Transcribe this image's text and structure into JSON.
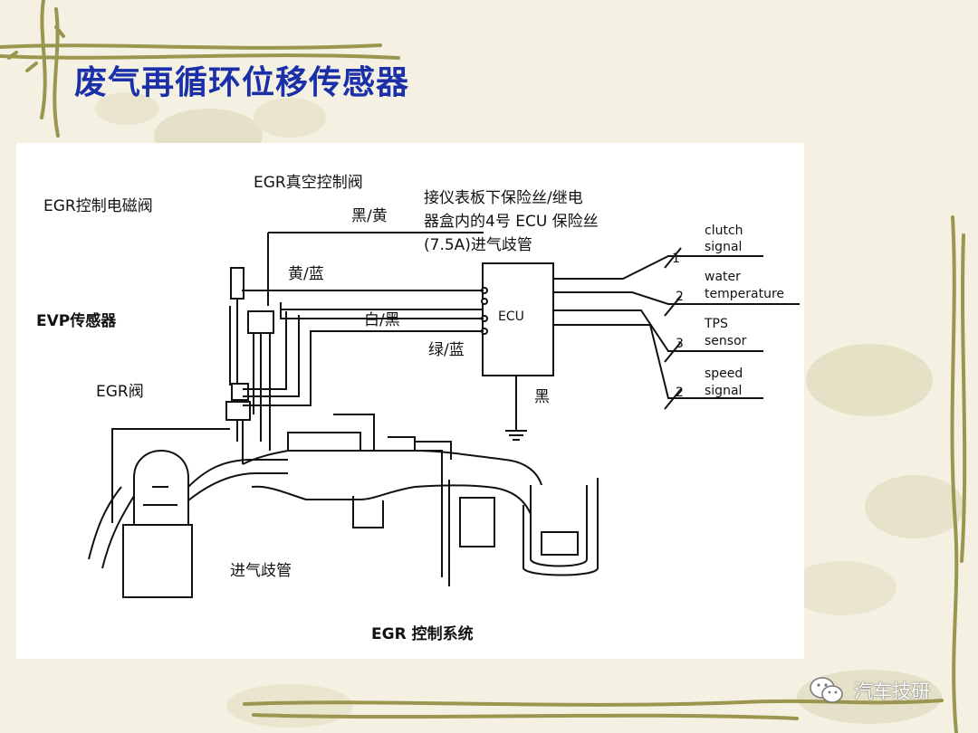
{
  "slide": {
    "title": "废气再循环位移传感器"
  },
  "diagram": {
    "labels": {
      "egr_solenoid": "EGR控制电磁阀",
      "egr_vacuum_valve": "EGR真空控制阀",
      "fuse_note_line1": "接仪表板下保险丝/继电",
      "fuse_note_line2": "器盒内的4号 ECU 保险丝",
      "fuse_note_line3": "(7.5A)进气歧管",
      "wire_black_yellow": "黑/黄",
      "wire_yellow_blue": "黄/蓝",
      "wire_white_black": "白/黑",
      "wire_green_blue": "绿/蓝",
      "evp_sensor": "EVP传感器",
      "egr_valve": "EGR阀",
      "ecu": "ECU",
      "ground_black": "黑",
      "intake_manifold": "进气歧管",
      "caption": "EGR 控制系统"
    },
    "signals": [
      {
        "num": "1",
        "line1": "clutch",
        "line2": "signal"
      },
      {
        "num": "2",
        "line1": "water",
        "line2": "temperature"
      },
      {
        "num": "3",
        "line1": "TPS",
        "line2": "sensor"
      },
      {
        "num": "2",
        "line1": "speed",
        "line2": "signal"
      }
    ]
  },
  "watermark": {
    "text": "汽车技研",
    "icon": "wechat-icon"
  },
  "colors": {
    "title": "#1a2fa8",
    "vine": "#9a9650",
    "line": "#111111"
  }
}
